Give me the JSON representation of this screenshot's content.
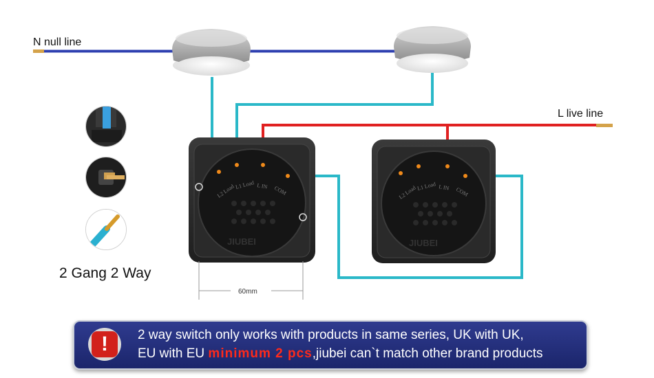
{
  "labels": {
    "neutral": "N null line",
    "live": "L live line",
    "mode": "2 Gang 2 Way",
    "dimension": "60mm"
  },
  "terminals": [
    "L2 Load",
    "L1 Load",
    "L IN",
    "COM"
  ],
  "switch_brand": "JIUBEI",
  "notice": {
    "line1": "2 way switch only works with products in same series, UK with UK,",
    "line2_before": "EU with EU",
    "line2_highlight": "minimum 2 pcs",
    "line2_after": ",jiubei can`t match other brand products"
  },
  "colors": {
    "neutral_wire": "#2e3fb0",
    "live_wire": "#e02020",
    "traveler_wire": "#2ab8c8",
    "notice_bg": "#24307a",
    "highlight": "#ff2a1a"
  },
  "icons": [
    "blue-wire-photo",
    "screw-terminal-photo",
    "stripped-wire-photo",
    "warning-icon"
  ]
}
